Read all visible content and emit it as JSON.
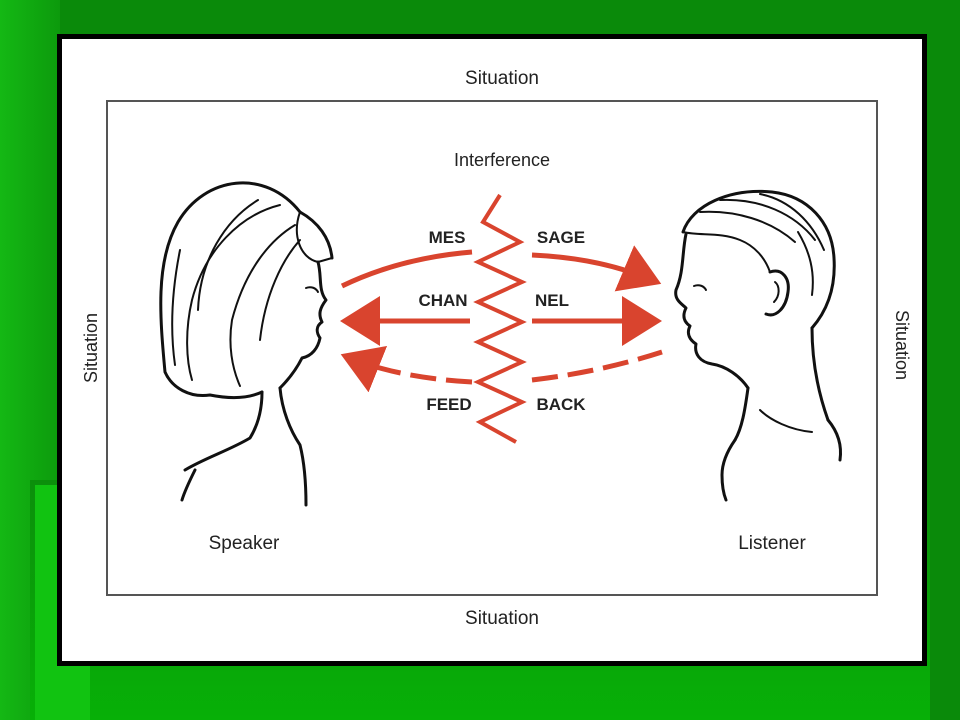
{
  "diagram": {
    "situation_top": "Situation",
    "situation_bottom": "Situation",
    "situation_left": "Situation",
    "situation_right": "Situation",
    "interference": "Interference",
    "message_left": "MES",
    "message_right": "SAGE",
    "channel_left": "CHAN",
    "channel_right": "NEL",
    "feedback_left": "FEED",
    "feedback_right": "BACK",
    "speaker": "Speaker",
    "listener": "Listener"
  },
  "colors": {
    "arrow": "#d9442e",
    "frame": "#000000",
    "background": "#0a8a0a"
  }
}
